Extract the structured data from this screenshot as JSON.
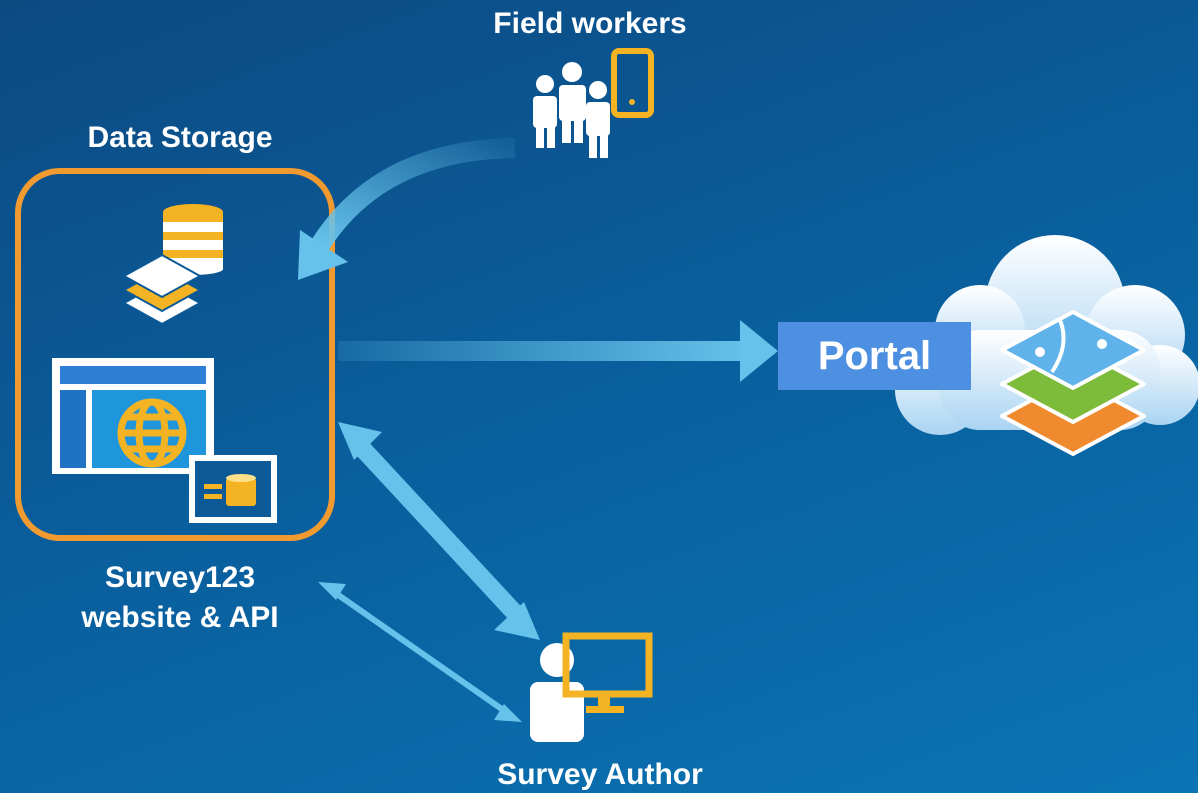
{
  "labels": {
    "field_workers": "Field workers",
    "data_storage": "Data Storage",
    "survey123_line1": "Survey123",
    "survey123_line2": "website & API",
    "portal": "Portal",
    "survey_author": "Survey Author"
  },
  "icons": [
    "field-workers-icon",
    "mobile-phone-icon",
    "database-icon",
    "layers-icon",
    "web-app-globe-icon",
    "data-table-icon",
    "cloud-icon",
    "map-layers-icon",
    "author-person-icon",
    "monitor-icon"
  ],
  "colors": {
    "background_dark": "#0c4a82",
    "background_light": "#0a74b4",
    "orange_accent": "#f19a30",
    "yellow_accent": "#f4b322",
    "arrow_blue": "#66c2ea",
    "portal_blue": "#4d8fe0"
  }
}
